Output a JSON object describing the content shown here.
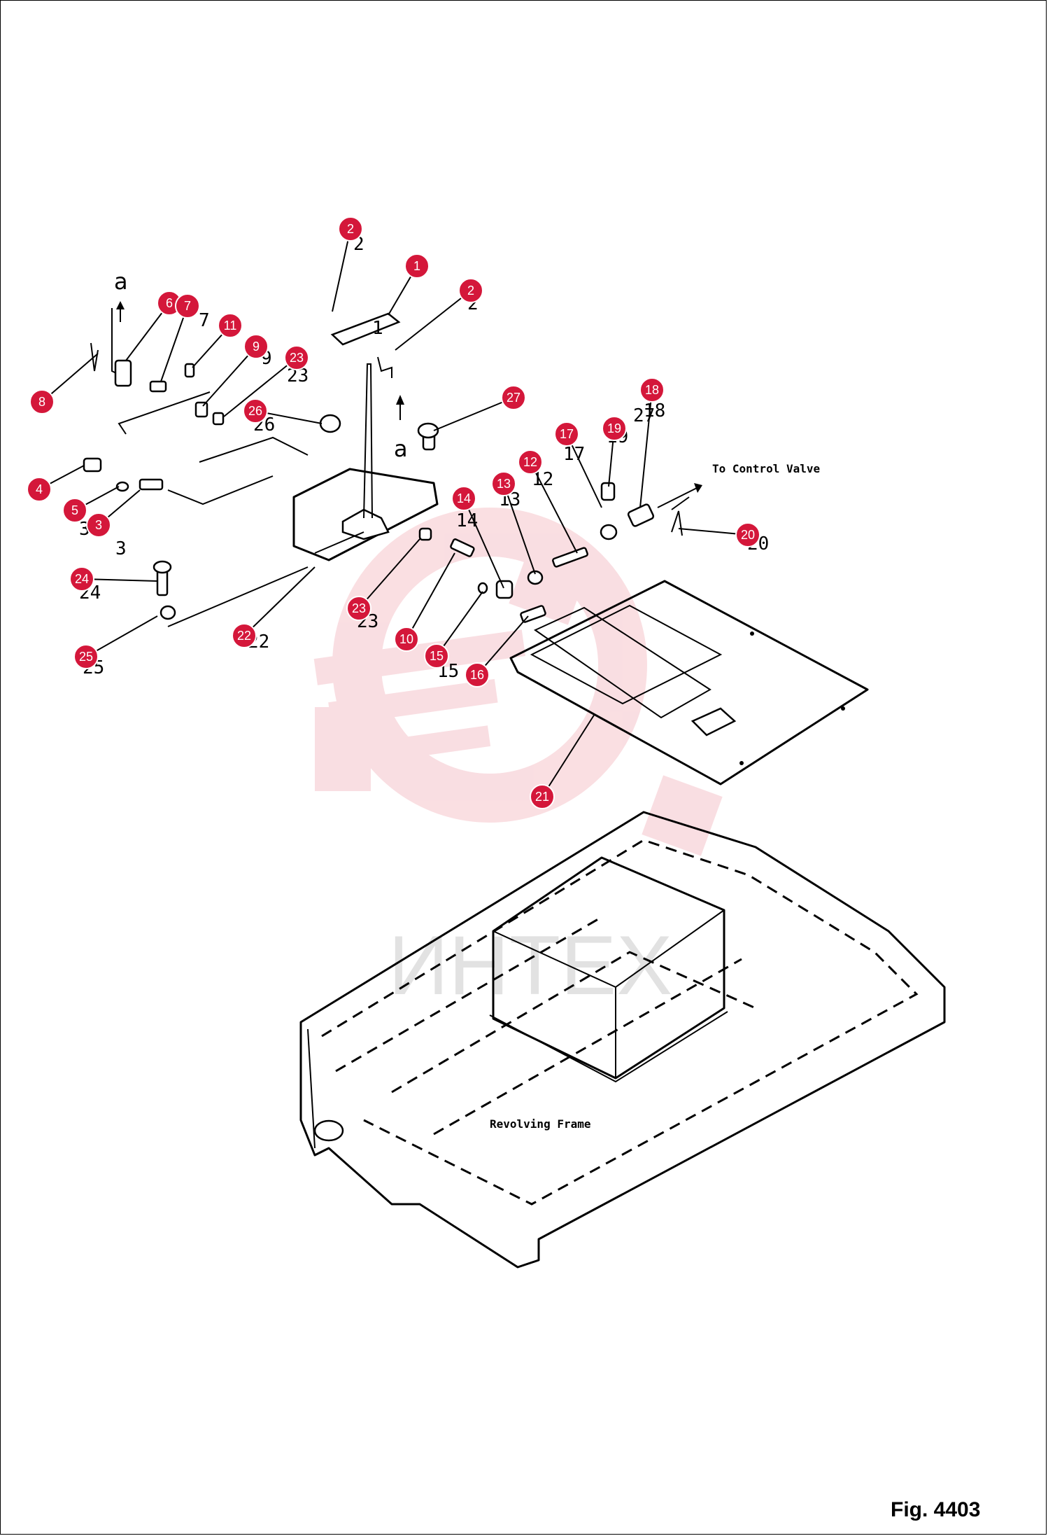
{
  "figure_label": "Fig. 4403",
  "labels": {
    "control_valve": "To Control Valve",
    "revolving_frame": "Revolving Frame",
    "watermark": "ИНТЕХ",
    "view_arrow_letter": "a"
  },
  "colors": {
    "callout_fill": "#d4173a",
    "callout_text": "#ffffff",
    "watermark_gear": "#f6c9cf",
    "line_art": "#000000"
  },
  "callouts": [
    {
      "id": "c2a",
      "number": "2"
    },
    {
      "id": "c1",
      "number": "1"
    },
    {
      "id": "c2b",
      "number": "2"
    },
    {
      "id": "c6",
      "number": "6"
    },
    {
      "id": "c7",
      "number": "7"
    },
    {
      "id": "c11",
      "number": "11"
    },
    {
      "id": "c9",
      "number": "9"
    },
    {
      "id": "c23a",
      "number": "23"
    },
    {
      "id": "c8",
      "number": "8"
    },
    {
      "id": "c26",
      "number": "26"
    },
    {
      "id": "c27",
      "number": "27"
    },
    {
      "id": "c18",
      "number": "18"
    },
    {
      "id": "c17",
      "number": "17"
    },
    {
      "id": "c19",
      "number": "19"
    },
    {
      "id": "c12",
      "number": "12"
    },
    {
      "id": "c13",
      "number": "13"
    },
    {
      "id": "c14",
      "number": "14"
    },
    {
      "id": "c4",
      "number": "4"
    },
    {
      "id": "c5",
      "number": "5"
    },
    {
      "id": "c3",
      "number": "3"
    },
    {
      "id": "c20",
      "number": "20"
    },
    {
      "id": "c24",
      "number": "24"
    },
    {
      "id": "c23b",
      "number": "23"
    },
    {
      "id": "c22",
      "number": "22"
    },
    {
      "id": "c10",
      "number": "10"
    },
    {
      "id": "c15",
      "number": "15"
    },
    {
      "id": "c16",
      "number": "16"
    },
    {
      "id": "c25",
      "number": "25"
    },
    {
      "id": "c21",
      "number": "21"
    }
  ],
  "printed_numbers": [
    "2",
    "2",
    "7",
    "1",
    "9",
    "23",
    "26",
    "27",
    "18",
    "17",
    "19",
    "12",
    "13",
    "14",
    "3",
    "3",
    "20",
    "24",
    "23",
    "22",
    "15",
    "25"
  ]
}
